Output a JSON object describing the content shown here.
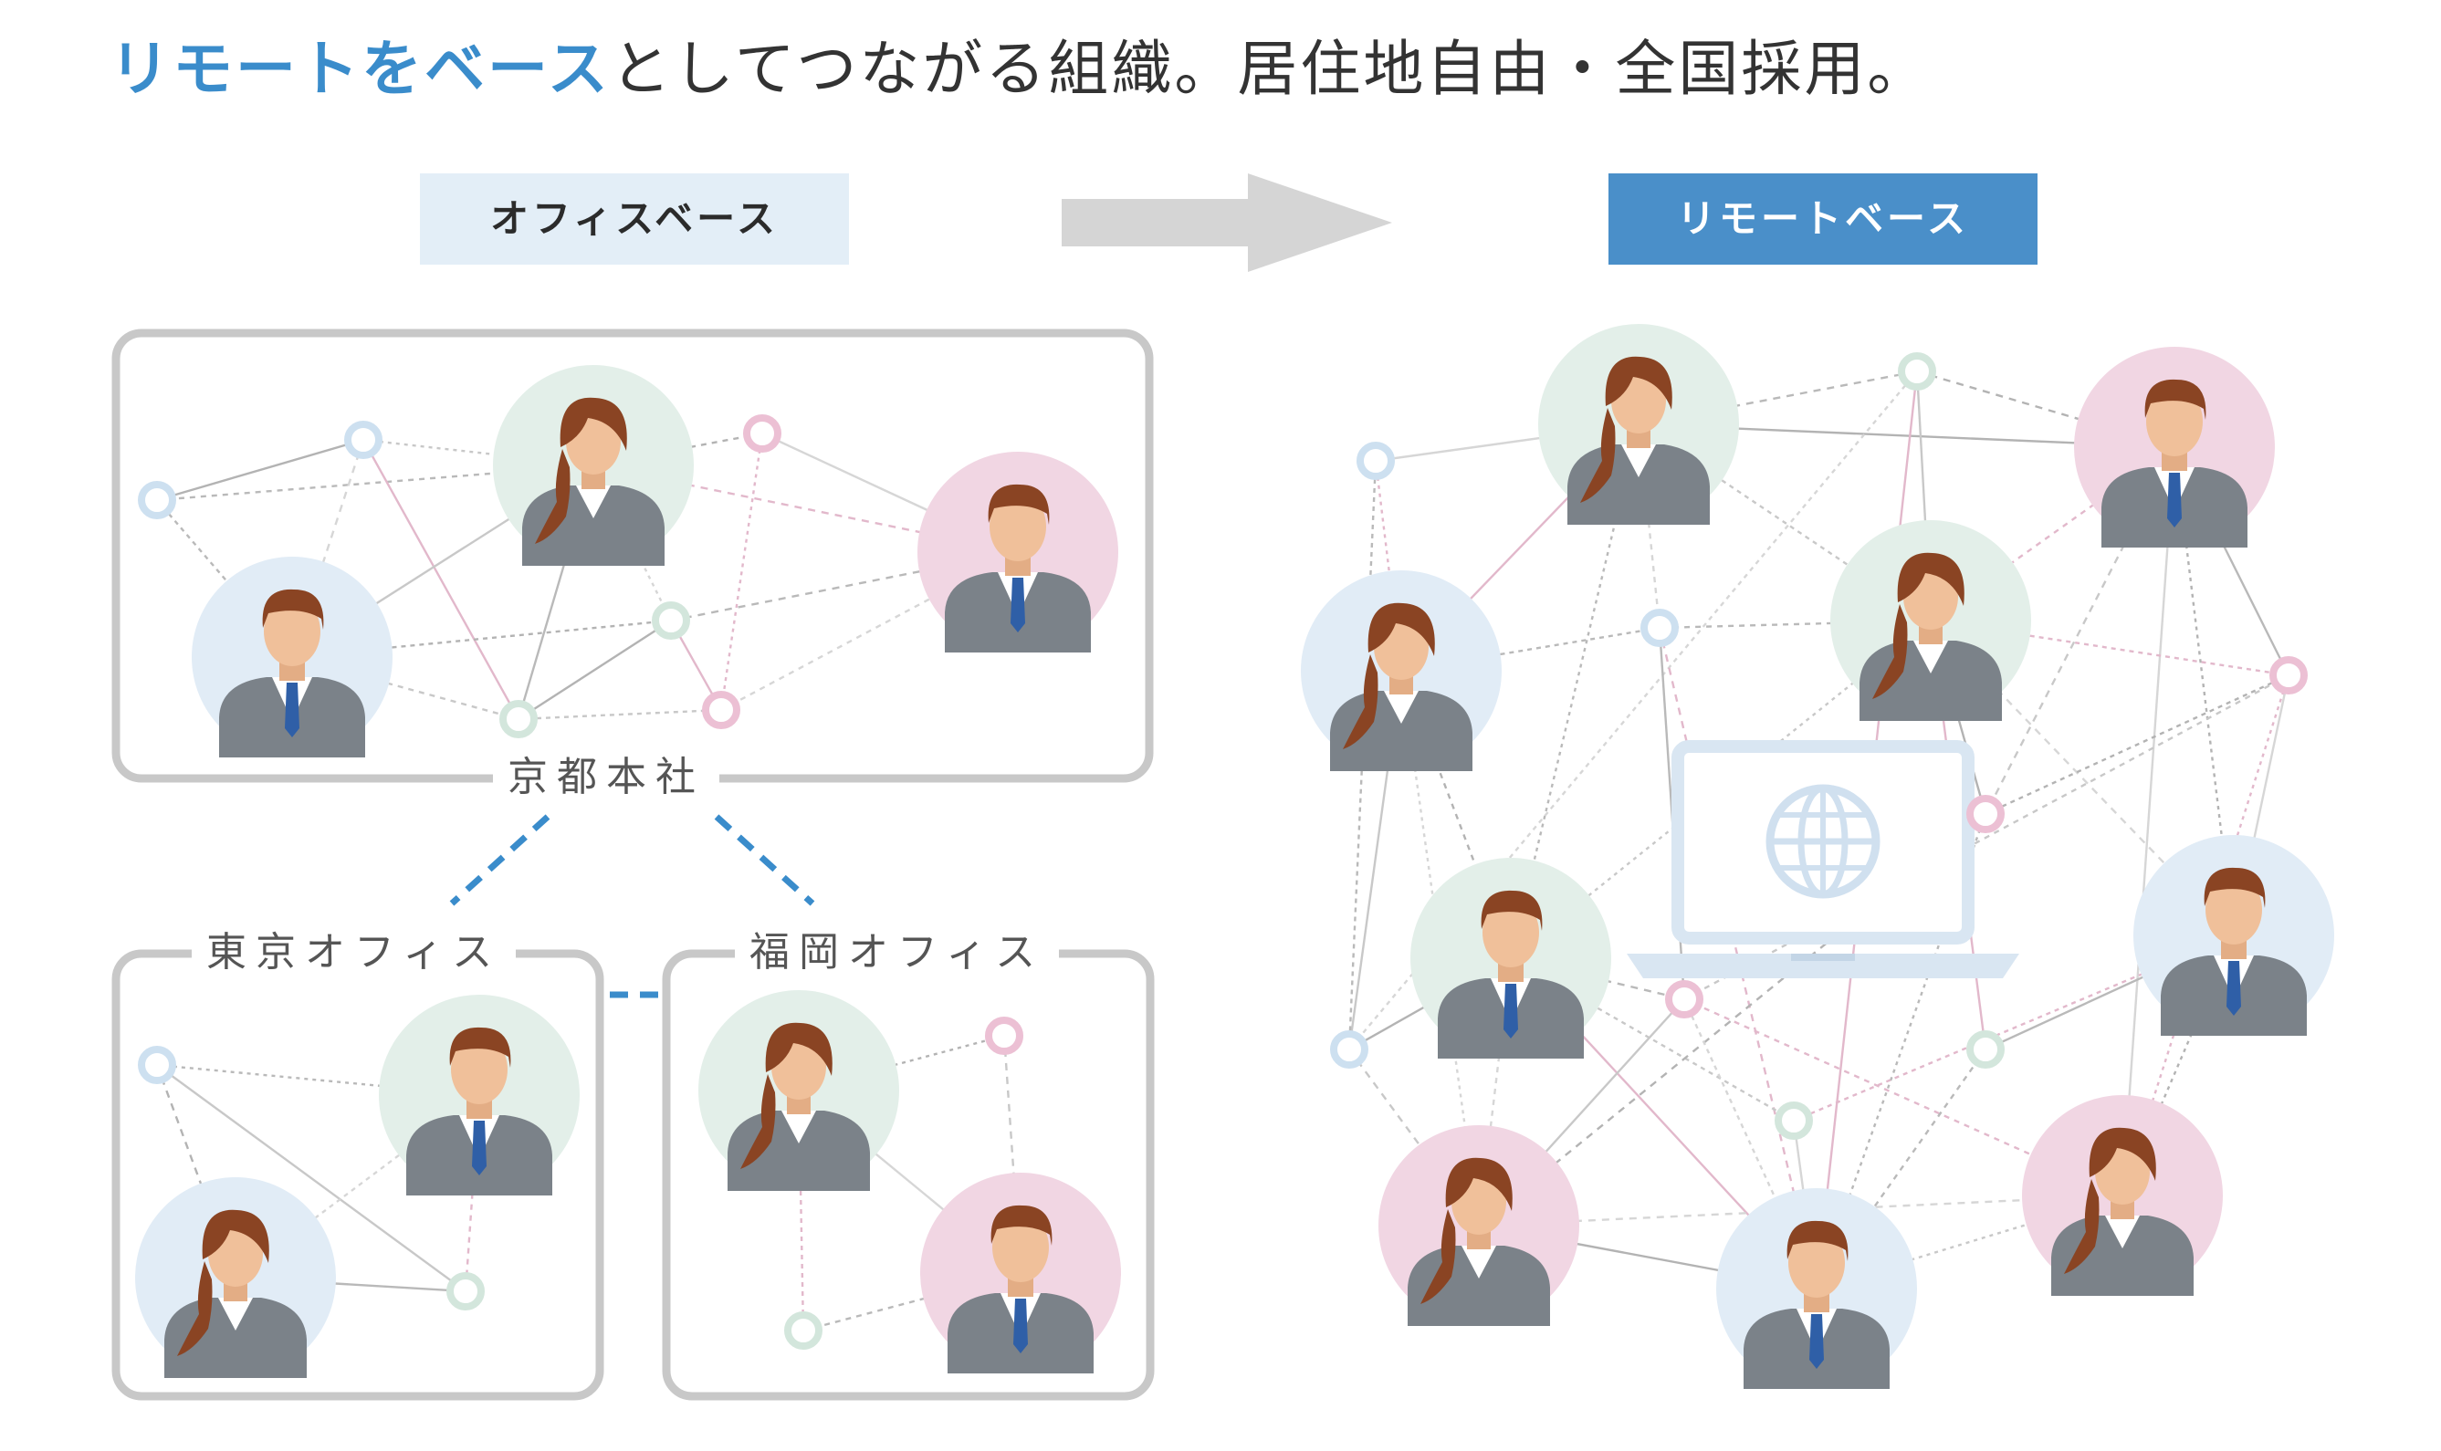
{
  "header": {
    "title_highlight": "リモートをベース",
    "title_rest": "としてつながる組織。居住地自由・全国採用。"
  },
  "left": {
    "tag": "オフィスベース",
    "offices": {
      "hq": "京都本社",
      "tokyo": "東京オフィス",
      "fukuoka": "福岡オフィス"
    }
  },
  "right": {
    "tag": "リモートベース"
  },
  "icons": {
    "arrow": "right-arrow-icon",
    "person_female": "woman-avatar-icon",
    "person_male": "man-avatar-icon",
    "laptop": "laptop-globe-icon",
    "node": "network-node-icon"
  },
  "colors": {
    "accent_blue": "#3a8ccb",
    "tag_office_bg": "#e3eef7",
    "tag_remote_bg": "#4a8fc9",
    "avatar_green": "#e3efe9",
    "avatar_blue": "#e1ecf6",
    "avatar_pink": "#f1d6e3",
    "node_blue": "#cde0f0",
    "node_pink": "#ecc0d4",
    "node_green": "#d3e6dc"
  }
}
